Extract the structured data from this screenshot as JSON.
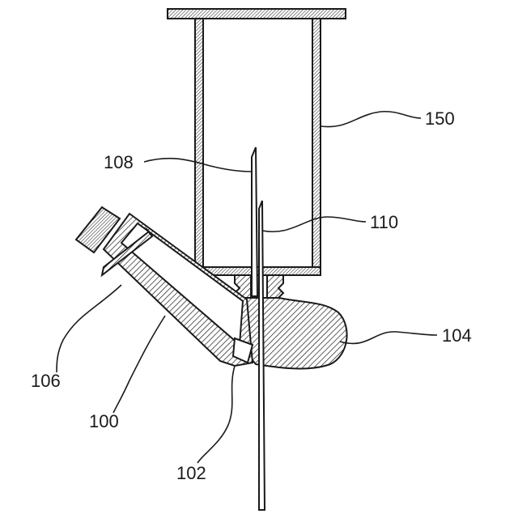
{
  "figure": {
    "labels": {
      "ref_150": "150",
      "ref_108": "108",
      "ref_110": "110",
      "ref_106": "106",
      "ref_100": "100",
      "ref_104": "104",
      "ref_102": "102"
    },
    "colors": {
      "line": "#1a1a1a",
      "background": "#ffffff",
      "hatch": "#1a1a1a"
    }
  }
}
